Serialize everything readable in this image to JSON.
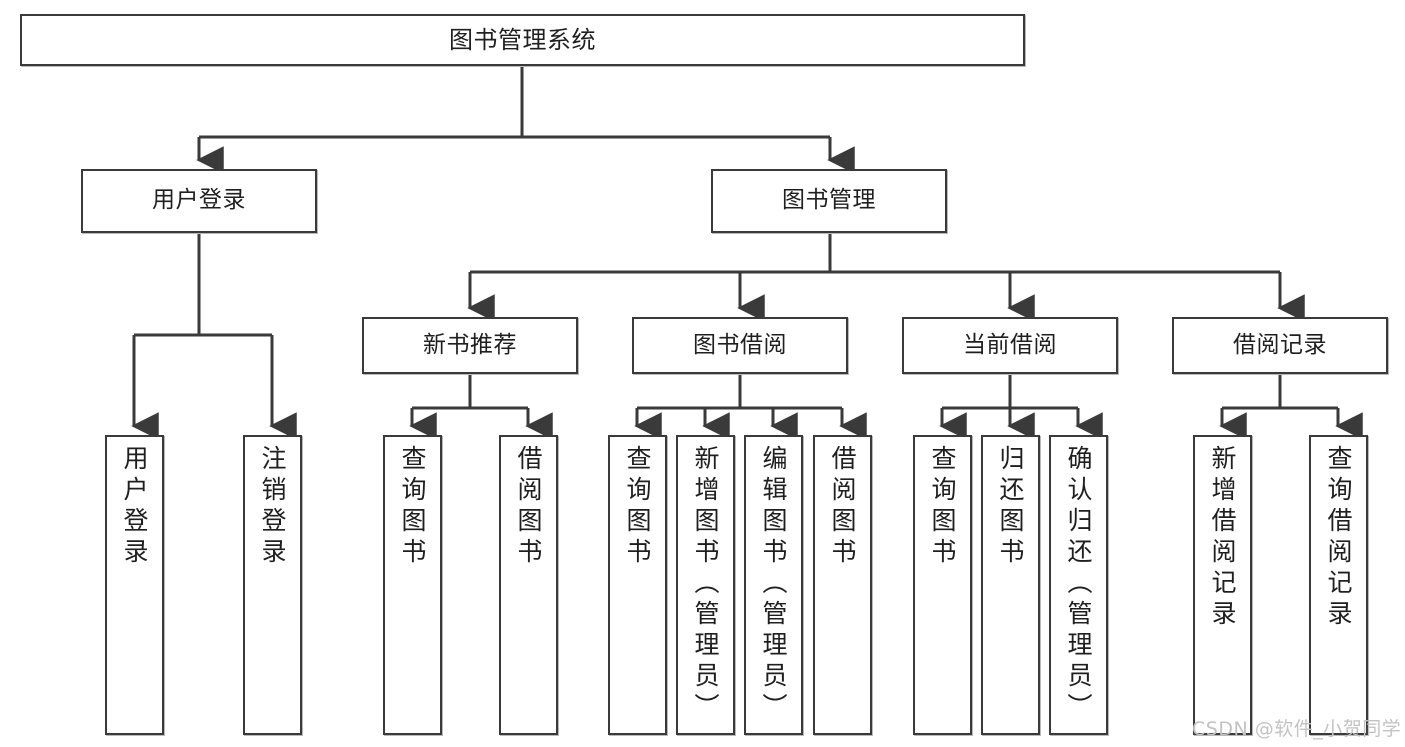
{
  "diagram": {
    "title": "图书管理系统",
    "type": "hierarchy-tree",
    "background_color": "#ffffff",
    "box_border_color": "#3a3a3a",
    "box_fill_color": "#ffffff",
    "connector_color": "#3a3a3a",
    "text_color": "#1f1f1f"
  },
  "nodes": {
    "root": {
      "label": "图书管理系统"
    },
    "level2": [
      {
        "label": "用户登录"
      },
      {
        "label": "图书管理"
      }
    ],
    "level3": [
      {
        "label": "新书推荐"
      },
      {
        "label": "图书借阅"
      },
      {
        "label": "当前借阅"
      },
      {
        "label": "借阅记录"
      }
    ],
    "leaves": {
      "user_login": [
        {
          "label": "用户登录"
        },
        {
          "label": "注销登录"
        }
      ],
      "new_book_recommend": [
        {
          "label": "查询图书"
        },
        {
          "label": "借阅图书"
        }
      ],
      "book_borrow": [
        {
          "label": "查询图书"
        },
        {
          "label": "新增图书（管理员）"
        },
        {
          "label": "编辑图书（管理员）"
        },
        {
          "label": "借阅图书"
        }
      ],
      "current_borrow": [
        {
          "label": "查询图书"
        },
        {
          "label": "归还图书"
        },
        {
          "label": "确认归还（管理员）"
        }
      ],
      "borrow_record": [
        {
          "label": "新增借阅记录"
        },
        {
          "label": "查询借阅记录"
        }
      ]
    }
  },
  "watermark": {
    "text": "CSDN @软件_小贺同学",
    "color": "#c3c3c3"
  }
}
